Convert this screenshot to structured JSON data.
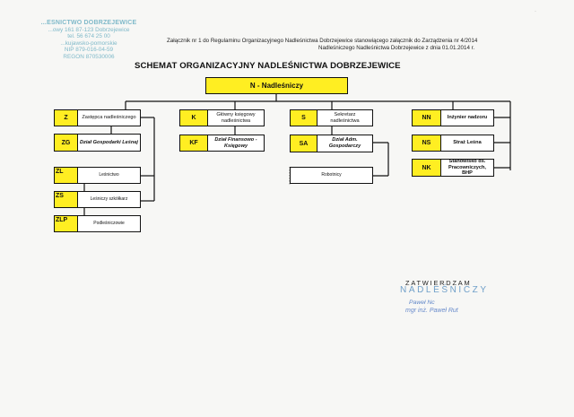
{
  "stamp": {
    "line1": "...ESNICTWO DOBRZEJEWICE",
    "line2": "...owy 161  87-123 Dobrzejewice",
    "line3": "tel. 56 674 25 00",
    "line4": "...kujawsko-pomorskie",
    "line5": "NIP 879-016-04-59",
    "line6": "REGON 870530006"
  },
  "header": {
    "line1": "Załącznik nr 1 do  Regulaminu Organizacyjnego Nadleśnictwa Dobrzejewice stanowiącego załącznik do Zarządzenia nr 4/2014",
    "line2": "Nadleśniczego Nadleśnictwa Dobrzejewice z dnia 01.01.2014 r."
  },
  "title": "SCHEMAT ORGANIZACYJNY NADLEŚNICTWA DOBRZEJEWICE",
  "top": {
    "label": "N - Nadleśniczy"
  },
  "units": {
    "z": {
      "code": "Z",
      "label": "Zastępca nadleśniczego"
    },
    "zg": {
      "code": "ZG",
      "label": "Dział Gospodarki Leśnej"
    },
    "zl": {
      "code": "ZL",
      "label": "Leśnictwo"
    },
    "zs": {
      "code": "ZS",
      "label": "Leśniczy szkółkarz"
    },
    "zlp": {
      "code": "ZLP",
      "label": "Podleśniczowie"
    },
    "k": {
      "code": "K",
      "label": "Główny księgowy nadleśnictwa"
    },
    "kf": {
      "code": "KF",
      "label": "Dział Finansowo - Księgowy"
    },
    "s": {
      "code": "S",
      "label": "Sekretarz nadleśnictwa"
    },
    "sa": {
      "code": "SA",
      "label": "Dział Adm. Gospodarczy"
    },
    "rob": {
      "label": "Robotnicy"
    },
    "nn": {
      "code": "NN",
      "label": "Inżynier nadzoru"
    },
    "ns": {
      "code": "NS",
      "label": "Straż Leśna"
    },
    "nk": {
      "code": "NK",
      "label": "Stanowisko ds. Pracowniczych, BHP"
    }
  },
  "approval": {
    "zatwierdzam": "ZATWIERDZAM",
    "nadlesniczy": "NADLEŚNICZY",
    "signature": "Paweł Nc",
    "mgr": "mgr inż. Paweł Rut"
  }
}
